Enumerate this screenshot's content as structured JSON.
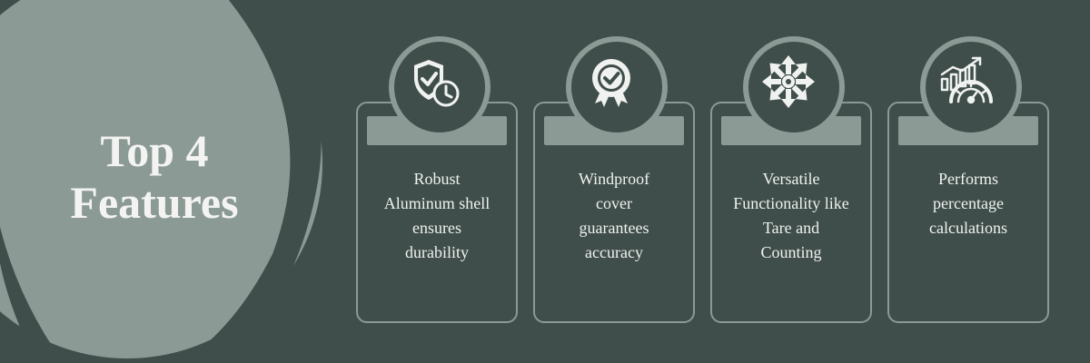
{
  "title": {
    "line1": "Top 4",
    "line2": "Features"
  },
  "colors": {
    "background": "#3f4e4a",
    "accent": "#8c9a96",
    "text": "#f0f2f0"
  },
  "features": [
    {
      "icon": "shield-clock-icon",
      "lines": [
        "Robust",
        "Aluminum shell",
        "ensures",
        "durability"
      ]
    },
    {
      "icon": "award-check-icon",
      "lines": [
        "Windproof",
        "cover",
        "guarantees",
        "accuracy"
      ]
    },
    {
      "icon": "fan-arrows-icon",
      "lines": [
        "Versatile",
        "Functionality like",
        "Tare and",
        "Counting"
      ]
    },
    {
      "icon": "chart-gauge-icon",
      "lines": [
        "Performs",
        "percentage",
        "calculations"
      ]
    }
  ]
}
